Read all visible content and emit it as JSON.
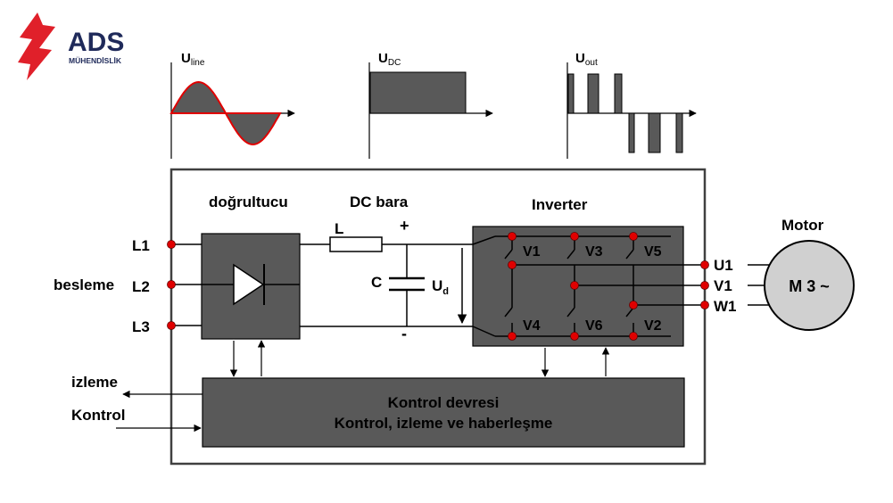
{
  "logo": {
    "brand": "ADS",
    "sub": "MÜHENDİSLİK",
    "color": "#e0202a",
    "text_color": "#1f2a5a"
  },
  "waveforms": {
    "uline": {
      "main": "U",
      "sub": "line"
    },
    "udc": {
      "main": "U",
      "sub": "DC"
    },
    "uout": {
      "main": "U",
      "sub": "out"
    }
  },
  "inputs": {
    "l1": "L1",
    "l2": "L2",
    "l3": "L3",
    "besleme": "besleme"
  },
  "rectifier": {
    "title": "doğrultucu"
  },
  "dc_bus": {
    "title": "DC bara",
    "inductor": "L",
    "capacitor": "C",
    "plus": "+",
    "minus": "-",
    "ud_main": "U",
    "ud_sub": "d"
  },
  "inverter": {
    "title": "Inverter",
    "switches": [
      "V1",
      "V3",
      "V5",
      "V4",
      "V6",
      "V2"
    ]
  },
  "outputs": {
    "u1": "U1",
    "v1": "V1",
    "w1": "W1"
  },
  "motor": {
    "title": "Motor",
    "label": "M 3 ~"
  },
  "control": {
    "title": "Kontrol devresi",
    "subtitle": "Kontrol, izleme ve haberleşme",
    "izleme": "izleme",
    "kontrol": "Kontrol"
  },
  "colors": {
    "block": "#595959",
    "node": "#e00000",
    "wave_fill": "#595959",
    "wave_line": "#e00000",
    "motor_fill": "#d0d0d0"
  }
}
